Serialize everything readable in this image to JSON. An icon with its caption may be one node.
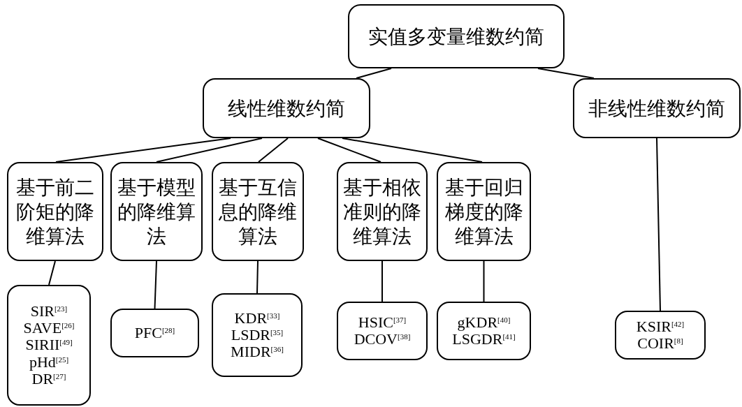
{
  "diagram": {
    "nodes": [
      {
        "text": [
          "实值多变量维数约简"
        ]
      },
      {
        "text": [
          "线性维数约简"
        ]
      },
      {
        "text": [
          "非线性维数约简"
        ]
      },
      {
        "text": [
          "基于前二阶矩的降维算法"
        ]
      },
      {
        "text": [
          "基于模型的降维算法"
        ]
      },
      {
        "text": [
          "基于互信息的降维算法"
        ]
      },
      {
        "text": [
          "基于相依准则的降维算法"
        ]
      },
      {
        "text": [
          "基于回归梯度的降维算法"
        ]
      },
      {
        "text": [
          "SIR$^{[23]}$",
          "SAVE$^{[26]}$",
          "SIRII$^{[49]}$",
          "pHd$^{[25]}$",
          "DR$^{[27]}$"
        ]
      },
      {
        "text": [
          "PFC$^{[28]}$"
        ]
      },
      {
        "text": [
          "KDR$^{[33]}$",
          "LSDR$^{[35]}$",
          "MIDR$^{[36]}$"
        ]
      },
      {
        "text": [
          "HSIC$^{[37]}$",
          "DCOV$^{[38]}$"
        ]
      },
      {
        "text": [
          "gKDR$^{[40]}$",
          "LSGDR$^{[41]}$"
        ]
      },
      {
        "text": [
          "KSIR$^{[42]}$",
          "COIR$^{[8]}$"
        ]
      }
    ],
    "edges": [
      {
        "from": 0,
        "to": 1,
        "arrow": "none"
      },
      {
        "from": 0,
        "to": 2,
        "arrow": "none"
      },
      {
        "from": 1,
        "to": 3,
        "arrow": "none"
      },
      {
        "from": 1,
        "to": 4,
        "arrow": "none"
      },
      {
        "from": 1,
        "to": 5,
        "arrow": "none"
      },
      {
        "from": 1,
        "to": 6,
        "arrow": "none"
      },
      {
        "from": 1,
        "to": 7,
        "arrow": "none"
      },
      {
        "from": 3,
        "to": 8,
        "arrow": "none"
      },
      {
        "from": 4,
        "to": 9,
        "arrow": "none"
      },
      {
        "from": 5,
        "to": 10,
        "arrow": "none"
      },
      {
        "from": 6,
        "to": 11,
        "arrow": "none"
      },
      {
        "from": 7,
        "to": 12,
        "arrow": "none"
      },
      {
        "from": 2,
        "to": 13,
        "arrow": "none"
      }
    ]
  }
}
